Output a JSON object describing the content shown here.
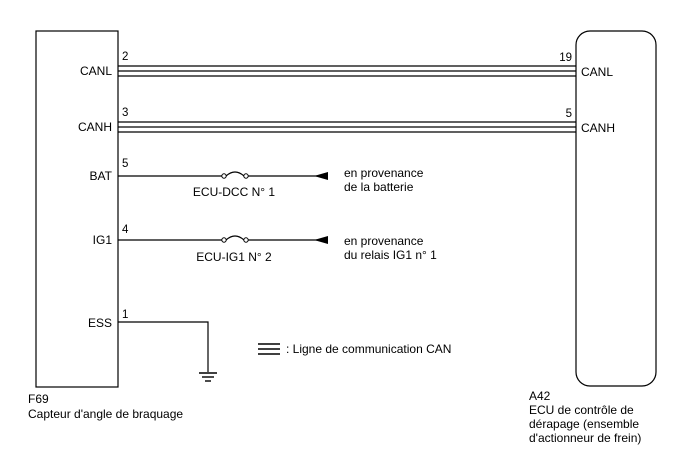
{
  "left_component": {
    "code": "F69",
    "name": "Capteur d'angle de braquage",
    "pins": [
      {
        "name": "CANL",
        "number": "2"
      },
      {
        "name": "CANH",
        "number": "3"
      },
      {
        "name": "BAT",
        "number": "5"
      },
      {
        "name": "IG1",
        "number": "4"
      },
      {
        "name": "ESS",
        "number": "1"
      }
    ]
  },
  "right_component": {
    "code": "A42",
    "name_lines": [
      "ECU de contrôle de",
      "dérapage (ensemble",
      "d'actionneur de frein)"
    ],
    "pins": [
      {
        "name": "CANL",
        "number": "19"
      },
      {
        "name": "CANH",
        "number": "5"
      }
    ]
  },
  "fuses": [
    {
      "name": "ECU-DCC N° 1",
      "source_lines": [
        "en provenance",
        "de la batterie"
      ]
    },
    {
      "name": "ECU-IG1 N° 2",
      "source_lines": [
        "en provenance",
        "du relais IG1 n° 1"
      ]
    }
  ],
  "legend": {
    "symbol": "triple-line",
    "text": ": Ligne de communication CAN"
  }
}
